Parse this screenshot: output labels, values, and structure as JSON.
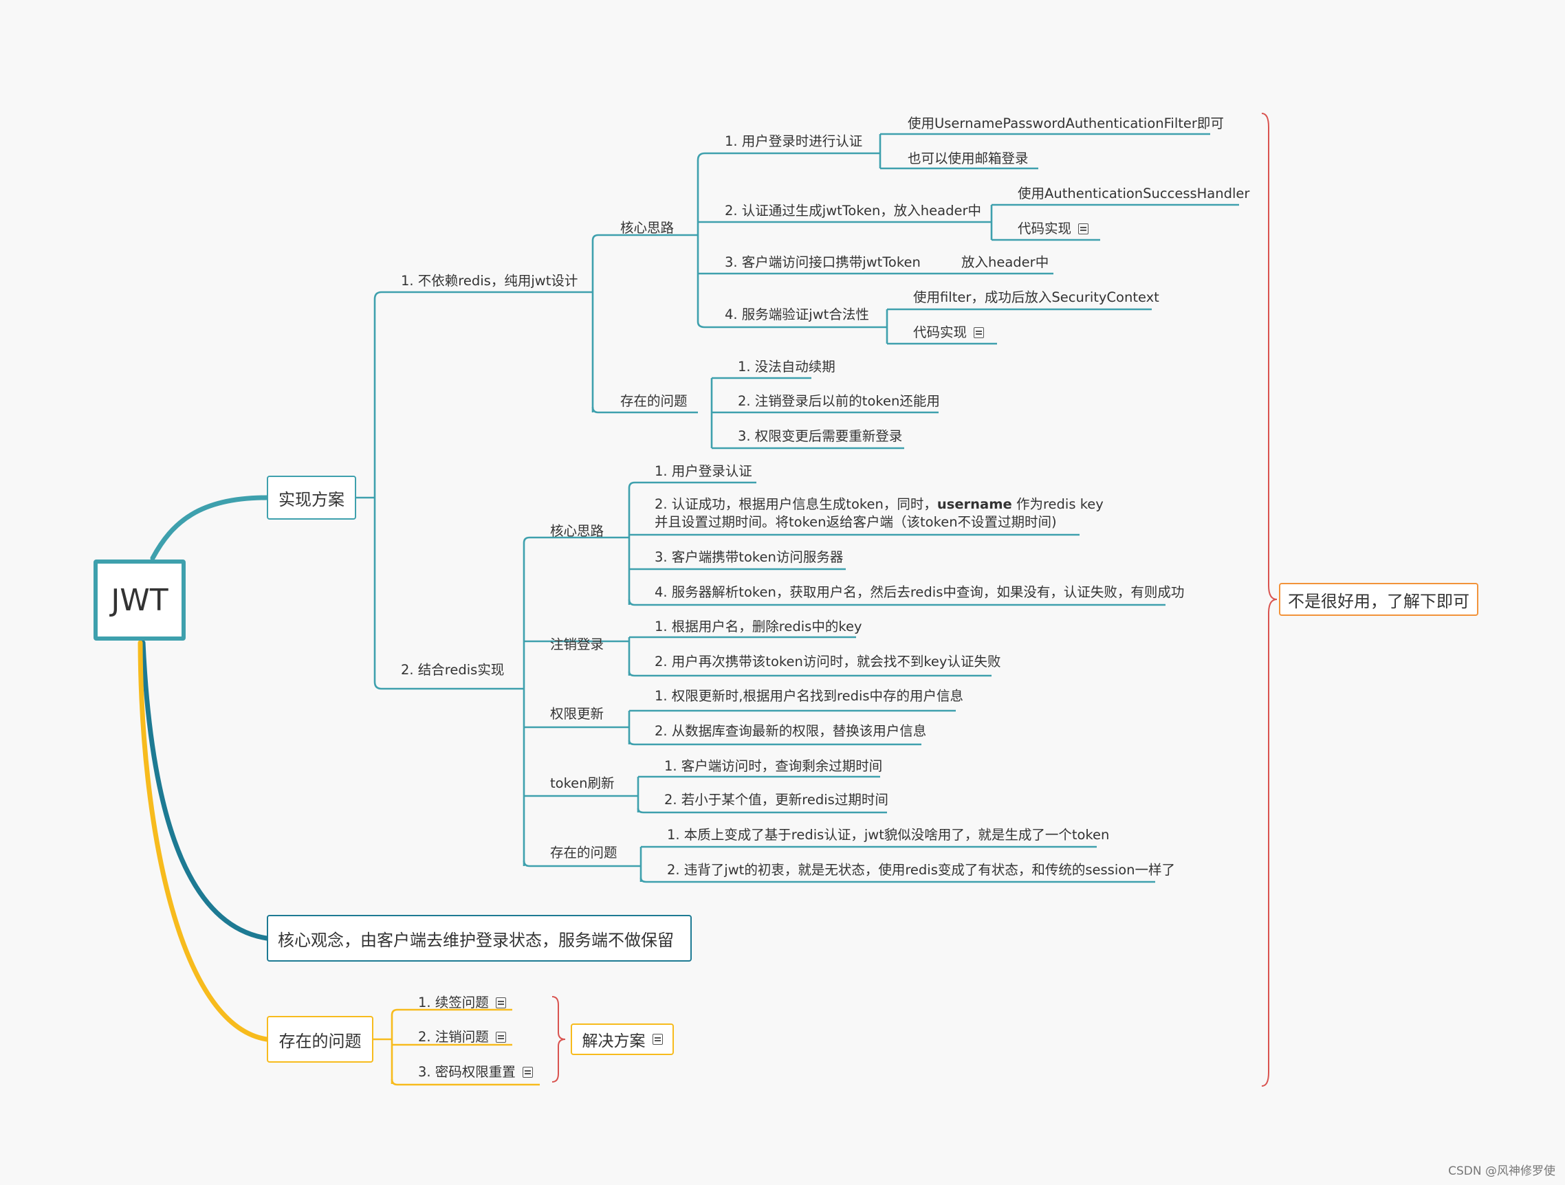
{
  "colors": {
    "teal": "#3ea0ad",
    "dark_teal": "#1d7a93",
    "yellow": "#f7bb1d",
    "orange": "#f2933a",
    "red": "#d9534f"
  },
  "root": {
    "label": "JWT"
  },
  "implementation": {
    "label": "实现方案",
    "pure_jwt": {
      "label": "1. 不依赖redis，纯用jwt设计",
      "core": {
        "label": "核心思路",
        "step1": {
          "label": "1. 用户登录时进行认证",
          "child1": "使用UsernamePasswordAuthenticationFilter即可",
          "child2": "也可以使用邮箱登录"
        },
        "step2": {
          "label": "2. 认证通过生成jwtToken，放入header中",
          "child1": "使用AuthenticationSuccessHandler",
          "child2": "代码实现"
        },
        "step3": {
          "label": "3. 客户端访问接口携带jwtToken",
          "child1": "放入header中"
        },
        "step4": {
          "label": "4. 服务端验证jwt合法性",
          "child1": "使用filter，成功后放入SecurityContext",
          "child2": "代码实现"
        }
      },
      "problems": {
        "label": "存在的问题",
        "items": [
          "1. 没法自动续期",
          "2. 注销登录后以前的token还能用",
          "3. 权限变更后需要重新登录"
        ]
      }
    },
    "redis": {
      "label": "2. 结合redis实现",
      "core": {
        "label": "核心思路",
        "item1": "1. 用户登录认证",
        "item2_pre": "2. 认证成功，根据用户信息生成token，同时，",
        "item2_bold": "username",
        "item2_post": " 作为redis key",
        "item2_line2": "并且设置过期时间。将token返给客户端（该token不设置过期时间)",
        "item3": "3. 客户端携带token访问服务器",
        "item4": "4. 服务器解析token，获取用户名，然后去redis中查询，如果没有，认证失败，有则成功"
      },
      "logout": {
        "label": "注销登录",
        "items": [
          "1. 根据用户名，删除redis中的key",
          "2. 用户再次携带该token访问时，就会找不到key认证失败"
        ]
      },
      "perm": {
        "label": "权限更新",
        "items": [
          "1. 权限更新时,根据用户名找到redis中存的用户信息",
          "2. 从数据库查询最新的权限，替换该用户信息"
        ]
      },
      "refresh": {
        "label": "token刷新",
        "items": [
          "1. 客户端访问时，查询剩余过期时间",
          "2. 若小于某个值，更新redis过期时间"
        ]
      },
      "problems": {
        "label": "存在的问题",
        "items": [
          "1. 本质上变成了基于redis认证，jwt貌似没啥用了，就是生成了一个token",
          "2. 违背了jwt的初衷，就是无状态，使用redis变成了有状态，和传统的session一样了"
        ]
      }
    }
  },
  "core_concept": {
    "label": "核心观念，由客户端去维护登录状态，服务端不做保留"
  },
  "issues": {
    "label": "存在的问题",
    "items": [
      "1. 续签问题",
      "2. 注销问题",
      "3. 密码权限重置"
    ]
  },
  "solution": {
    "label": "解决方案"
  },
  "summary": {
    "label": "不是很好用，了解下即可"
  },
  "watermark": "CSDN @风神修罗使"
}
